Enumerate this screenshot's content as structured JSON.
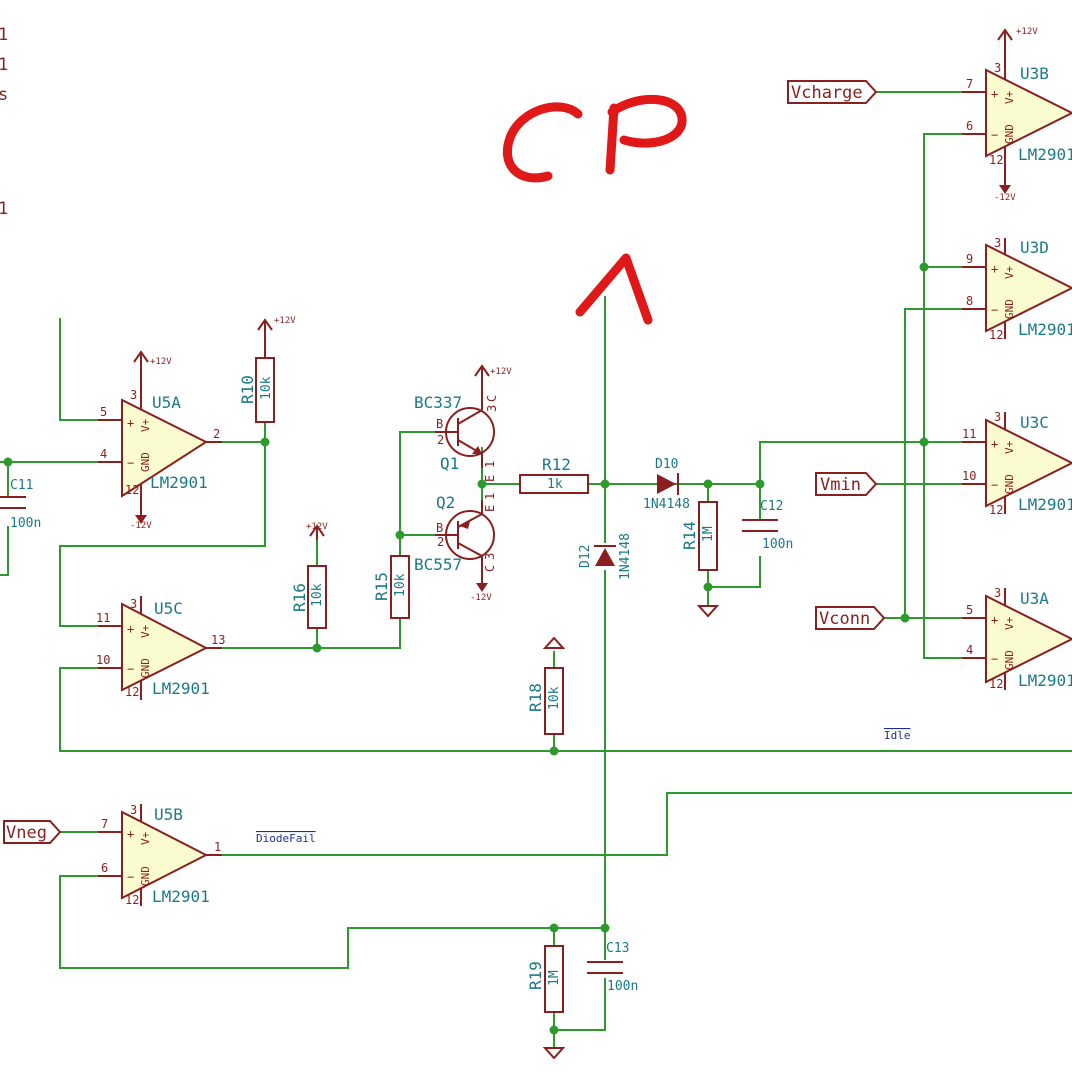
{
  "annotation": {
    "text": "CP",
    "color": "#e01818"
  },
  "colors": {
    "wire": "#2e9a2e",
    "component": "#8a1f1f",
    "opamp_fill": "#fbfbd0",
    "reference_text": "#1b7a87",
    "net_label": "#1f2f9a"
  },
  "power": {
    "pos": "+12V",
    "neg": "-12V"
  },
  "opamp_pins": {
    "plus": "+",
    "minus": "−",
    "vplus": "V+",
    "gnd": "GND"
  },
  "opamps": [
    {
      "ref": "U5A",
      "value": "LM2901",
      "in_plus": "5",
      "in_minus": "4",
      "out": "2",
      "vcc": "3",
      "vee": "12"
    },
    {
      "ref": "U5C",
      "value": "LM2901",
      "in_plus": "11",
      "in_minus": "10",
      "out": "13",
      "vcc": "3",
      "vee": "12"
    },
    {
      "ref": "U5B",
      "value": "LM2901",
      "in_plus": "7",
      "in_minus": "6",
      "out": "1",
      "vcc": "3",
      "vee": "12"
    },
    {
      "ref": "U3B",
      "value": "LM2901",
      "in_plus": "7",
      "in_minus": "6",
      "vcc": "3",
      "vee": "12"
    },
    {
      "ref": "U3D",
      "value": "LM2901",
      "in_plus": "9",
      "in_minus": "8",
      "vcc": "3",
      "vee": "12"
    },
    {
      "ref": "U3C",
      "value": "LM2901",
      "in_plus": "11",
      "in_minus": "10",
      "vcc": "3",
      "vee": "12"
    },
    {
      "ref": "U3A",
      "value": "LM2901",
      "in_plus": "5",
      "in_minus": "4",
      "vcc": "3",
      "vee": "12"
    }
  ],
  "resistors": [
    {
      "ref": "R10",
      "value": "10k"
    },
    {
      "ref": "R16",
      "value": "10k"
    },
    {
      "ref": "R15",
      "value": "10k"
    },
    {
      "ref": "R12",
      "value": "1k"
    },
    {
      "ref": "R14",
      "value": "1M"
    },
    {
      "ref": "R18",
      "value": "10k"
    },
    {
      "ref": "R19",
      "value": "1M"
    }
  ],
  "capacitors": [
    {
      "ref": "C11",
      "value": "100n"
    },
    {
      "ref": "C12",
      "value": "100n"
    },
    {
      "ref": "C13",
      "value": "100n"
    }
  ],
  "diodes": [
    {
      "ref": "D10",
      "value": "1N4148"
    },
    {
      "ref": "D12",
      "value": "1N4148"
    }
  ],
  "transistors": [
    {
      "ref": "Q1",
      "value": "BC337",
      "pin_b": "B",
      "pin_c": "C",
      "pin_e": "E",
      "num_b": "2",
      "num_c": "3",
      "num_e": "1"
    },
    {
      "ref": "Q2",
      "value": "BC557",
      "pin_b": "B",
      "pin_c": "C",
      "pin_e": "E",
      "num_b": "2",
      "num_c": "3",
      "num_e": "1"
    }
  ],
  "hier_labels": [
    "Vcharge",
    "Vmin",
    "Vconn",
    "Vneg"
  ],
  "net_labels": [
    "Idle",
    "DiodeFail"
  ],
  "edge_fragments": [
    "1",
    "1",
    "s",
    "1"
  ]
}
